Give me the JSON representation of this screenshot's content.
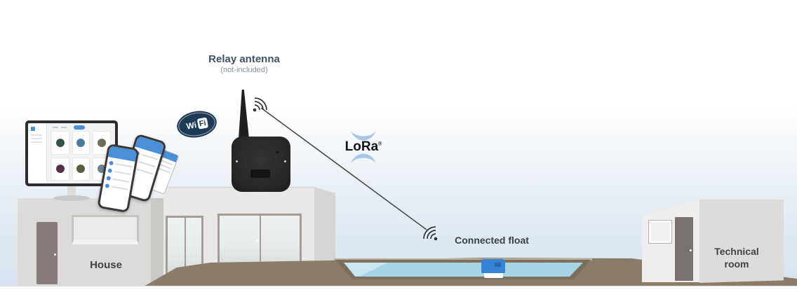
{
  "labels": {
    "relay_antenna": "Relay antenna",
    "not_included": "(not-included)",
    "connected_float": "Connected float",
    "house": "House",
    "technical_room_line1": "Technical",
    "technical_room_line2": "room"
  },
  "logos": {
    "wifi": {
      "wi": "Wi",
      "fi": "Fi",
      "color": "#1d3a57"
    },
    "lora": {
      "text": "LoRa",
      "reg": "®",
      "accent": "#a9c6e6",
      "text_color": "#151515"
    }
  },
  "colors": {
    "sky_bottom": "#d6e3ef",
    "ground_brown": "#8b7c6a",
    "pool_rim": "#7d6f5e",
    "pool_water": "#a6d3e6",
    "pool_highlight": "#cfe8f0",
    "float_blue": "#3583d6",
    "device_black": "#262626",
    "house_wall": "#dcdbd9",
    "app_accent_blue": "#4a90d9"
  },
  "app_icons": {
    "tile_colors": [
      "#33544b",
      "#49799c",
      "#6e6e58",
      "#553049",
      "#5c5c40",
      "#6f8291"
    ]
  }
}
